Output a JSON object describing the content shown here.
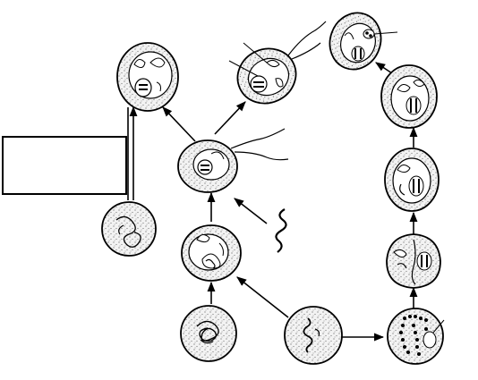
{
  "diagram": {
    "nodes": [
      {
        "id": "c_top_left",
        "kind": "two-nucleus-cell"
      },
      {
        "id": "c_top_mid",
        "kind": "flagellated-two-nucleus-cell"
      },
      {
        "id": "c_top_right",
        "kind": "two-nucleus-cell"
      },
      {
        "id": "c_center",
        "kind": "flagellated-cell"
      },
      {
        "id": "c_left_coil",
        "kind": "coiled-chromatin-cell"
      },
      {
        "id": "c_mid",
        "kind": "loose-chromatin-cell"
      },
      {
        "id": "c_bottom_left",
        "kind": "condensed-coil-cell"
      },
      {
        "id": "c_bottom_mid",
        "kind": "single-strand-cell"
      },
      {
        "id": "c_bottom_right",
        "kind": "beaded-chromatin-cell"
      },
      {
        "id": "c_r1",
        "kind": "dividing-cell"
      },
      {
        "id": "c_r2",
        "kind": "two-nucleus-cell"
      },
      {
        "id": "c_r3",
        "kind": "two-nucleus-cell"
      },
      {
        "id": "worm",
        "kind": "free-strand"
      }
    ],
    "answer_box": {
      "text": ""
    },
    "colors": {
      "ink": "#000000",
      "cell_fill": "#ececec",
      "box_border": "#000000"
    }
  }
}
